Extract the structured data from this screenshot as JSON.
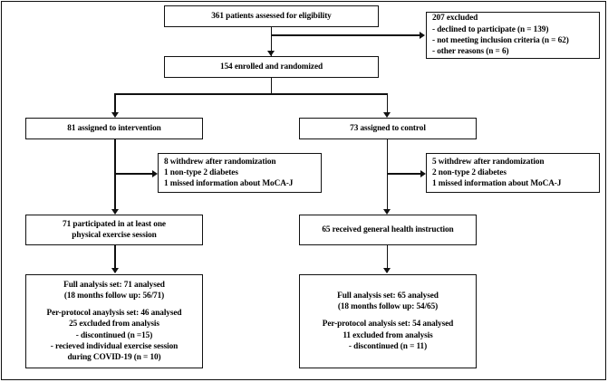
{
  "figure": {
    "title": "CONSORT participant flow diagram",
    "type": "flowchart",
    "line_color": "#111111",
    "background_color": "#ffffff"
  },
  "nodes": {
    "assessed": {
      "label": "361 patients assessed for eligibility",
      "lines": [
        "361 patients assessed for eligibility"
      ]
    },
    "excluded": {
      "lines": [
        "207 excluded",
        "- declined to participate (n = 139)",
        "- not meeting inclusion criteria (n = 62)",
        "- other reasons (n = 6)"
      ]
    },
    "enrolled": {
      "lines": [
        "154 enrolled and randomized"
      ]
    },
    "intervention_assigned": {
      "lines": [
        "81 assigned to intervention"
      ]
    },
    "control_assigned": {
      "lines": [
        "73 assigned to control"
      ]
    },
    "intervention_withdrew": {
      "lines": [
        "8 withdrew after randomization",
        "1 non-type 2 diabetes",
        "1 missed information about MoCA-J"
      ]
    },
    "control_withdrew": {
      "lines": [
        "5 withdrew after randomization",
        "2 non-type 2 diabetes",
        "1 missed information about MoCA-J"
      ]
    },
    "intervention_participated": {
      "lines": [
        "71 participated in at least one",
        "physical exercise session"
      ]
    },
    "control_received": {
      "lines": [
        "65 received general health instruction"
      ]
    },
    "intervention_analysis": {
      "group_a": [
        "Full analysis set: 71 analysed",
        "(18 months follow up: 56/71)"
      ],
      "group_b": [
        "Per-protocol anaylysis set: 46 analysed",
        "25 excluded from analysis",
        "- discontinued (n =15)",
        "- recieved individual exercise session",
        "during COVID-19 (n = 10)"
      ]
    },
    "control_analysis": {
      "group_a": [
        "Full analysis set: 65 analysed",
        "(18 months follow up: 54/65)"
      ],
      "group_b": [
        "Per-protocol analysis set: 54 analysed",
        "11 excluded from analysis",
        "- discontinued (n = 11)"
      ]
    }
  }
}
